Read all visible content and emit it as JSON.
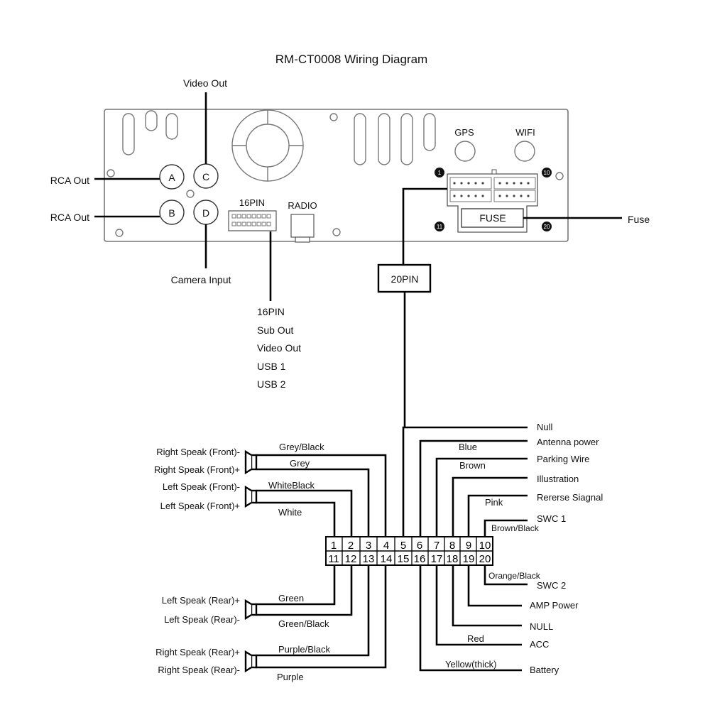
{
  "title": "RM-CT0008  Wiring Diagram",
  "head_unit": {
    "ports": {
      "a": "A",
      "b": "B",
      "c": "C",
      "d": "D"
    },
    "gps": "GPS",
    "wifi": "WIFI",
    "pin16_label": "16PIN",
    "radio_label": "RADIO",
    "fuse_label": "FUSE",
    "connector_pin_numbers": {
      "p1": "1",
      "p10": "10",
      "p11": "11",
      "p20": "20"
    }
  },
  "callouts": {
    "video_out": "Video Out",
    "rca_out_1": "RCA Out",
    "rca_out_2": "RCA Out",
    "camera_input": "Camera  Input",
    "fuse": "Fuse",
    "connector_20pin": "20PIN",
    "pin16_list": [
      "16PIN",
      "Sub Out",
      "Video Out",
      "USB 1",
      "USB 2"
    ]
  },
  "connector_block": {
    "top_pins": [
      "1",
      "2",
      "3",
      "4",
      "5",
      "6",
      "7",
      "8",
      "9",
      "10"
    ],
    "bottom_pins": [
      "11",
      "12",
      "13",
      "14",
      "15",
      "16",
      "17",
      "18",
      "19",
      "20"
    ]
  },
  "speakers": {
    "right_front_neg": "Right Speak (Front)-",
    "right_front_pos": "Right Speak (Front)+",
    "left_front_neg": "Left Speak (Front)-",
    "left_front_pos": "Left Speak (Front)+",
    "left_rear_pos": "Left Speak (Rear)+",
    "left_rear_neg": "Left Speak (Rear)-",
    "right_rear_pos": "Right Speak (Rear)+",
    "right_rear_neg": "Right Speak (Rear)-"
  },
  "wire_colors": {
    "grey_black": "Grey/Black",
    "grey": "Grey",
    "white_black": "WhiteBlack",
    "white": "White",
    "green": "Green",
    "green_black": "Green/Black",
    "purple_black": "Purple/Black",
    "purple": "Purple",
    "blue": "Blue",
    "brown": "Brown",
    "pink": "Pink",
    "brown_black": "Brown/Black",
    "orange_black": "Orange/Black",
    "red": "Red",
    "yellow_thick": "Yellow(thick)"
  },
  "functions": {
    "null_1": "Null",
    "antenna_power": "Antenna power",
    "parking_wire": "Parking Wire",
    "illustration": "Illustration",
    "reverse_signal": "Rererse Siagnal",
    "swc1": "SWC 1",
    "swc2": "SWC 2",
    "amp_power": "AMP Power",
    "null_2": "NULL",
    "acc": "ACC",
    "battery": "Battery"
  }
}
